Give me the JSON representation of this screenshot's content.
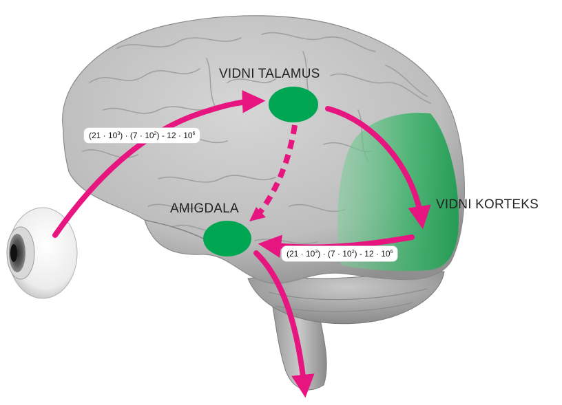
{
  "labels": {
    "thalamus": "VIDNI TALAMUS",
    "amygdala": "AMIGDALA",
    "cortex": "VIDNI KORTEKS"
  },
  "formula_1": {
    "p1": "(21 · 10",
    "e1": "3",
    "p2": ") · (7 · 10",
    "e2": "2",
    "p3": ") - 12 · 10",
    "e3": "6"
  },
  "formula_2": {
    "p1": "(21 · 10",
    "e1": "3",
    "p2": ") · (7 · 10",
    "e2": "2",
    "p3": ") - 12 · 10",
    "e3": "6"
  },
  "colors": {
    "arrow": "#e6157f",
    "node": "#00a651",
    "cortex_region": "#3db36a",
    "brain": "#c4c4c4"
  }
}
